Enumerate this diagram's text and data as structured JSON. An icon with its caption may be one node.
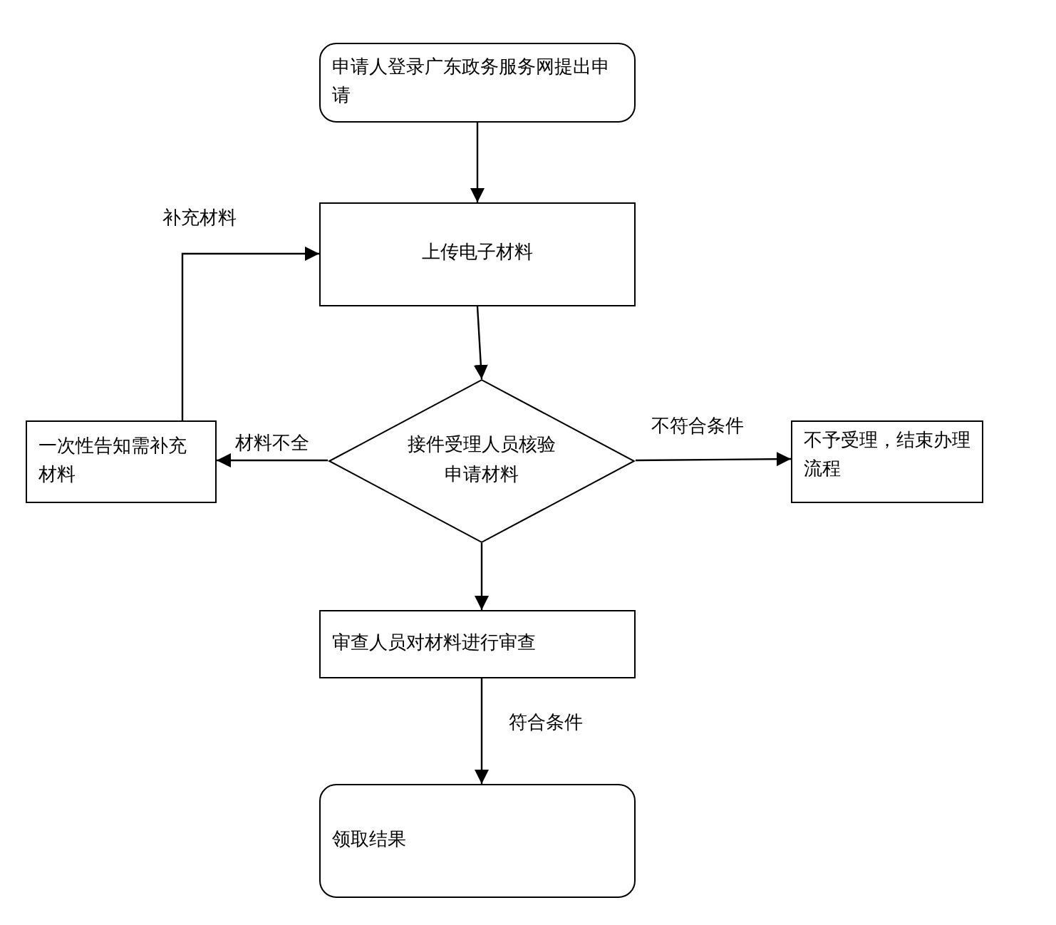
{
  "diagram": {
    "nodes": [
      {
        "text": [
          "申请人登录广东政务服务网提出申请"
        ]
      },
      {
        "text": [
          "上传电子材料"
        ]
      },
      {
        "text": [
          "接件受理人员核验申请材料"
        ]
      },
      {
        "text": [
          "一次性告知需补充材料"
        ]
      },
      {
        "text": [
          "不予受理，结束办理流程"
        ]
      },
      {
        "text": [
          "审查人员对材料进行审查"
        ]
      },
      {
        "text": [
          "领取结果"
        ]
      }
    ],
    "edges": [
      {
        "from": 0,
        "to": 1,
        "arrow": "to"
      },
      {
        "from": 1,
        "to": 2,
        "arrow": "to"
      },
      {
        "from": 2,
        "to": 3,
        "arrow": "to",
        "label": "材料不全"
      },
      {
        "from": 3,
        "to": 1,
        "arrow": "to",
        "label": "补充材料"
      },
      {
        "from": 2,
        "to": 4,
        "arrow": "to",
        "label": "不符合条件"
      },
      {
        "from": 2,
        "to": 5,
        "arrow": "to"
      },
      {
        "from": 5,
        "to": 6,
        "arrow": "to",
        "label": "符合条件"
      }
    ]
  }
}
